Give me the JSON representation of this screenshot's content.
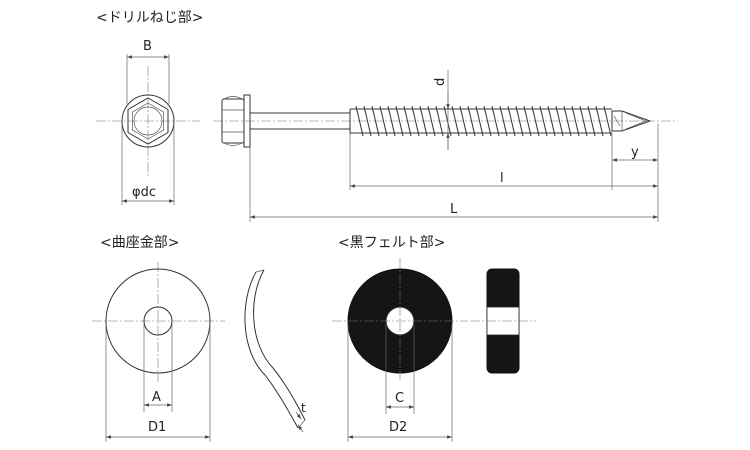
{
  "sections": {
    "drill_screw": "<ドリルねじ部>",
    "curved_washer": "<曲座金部>",
    "black_felt": "<黒フェルト部>"
  },
  "dimensions": {
    "B": "B",
    "dc": "φdc",
    "d": "d",
    "y": "y",
    "l_small": "l",
    "L": "L",
    "A": "A",
    "D1": "D1",
    "t": "t",
    "C": "C",
    "D2": "D2"
  }
}
